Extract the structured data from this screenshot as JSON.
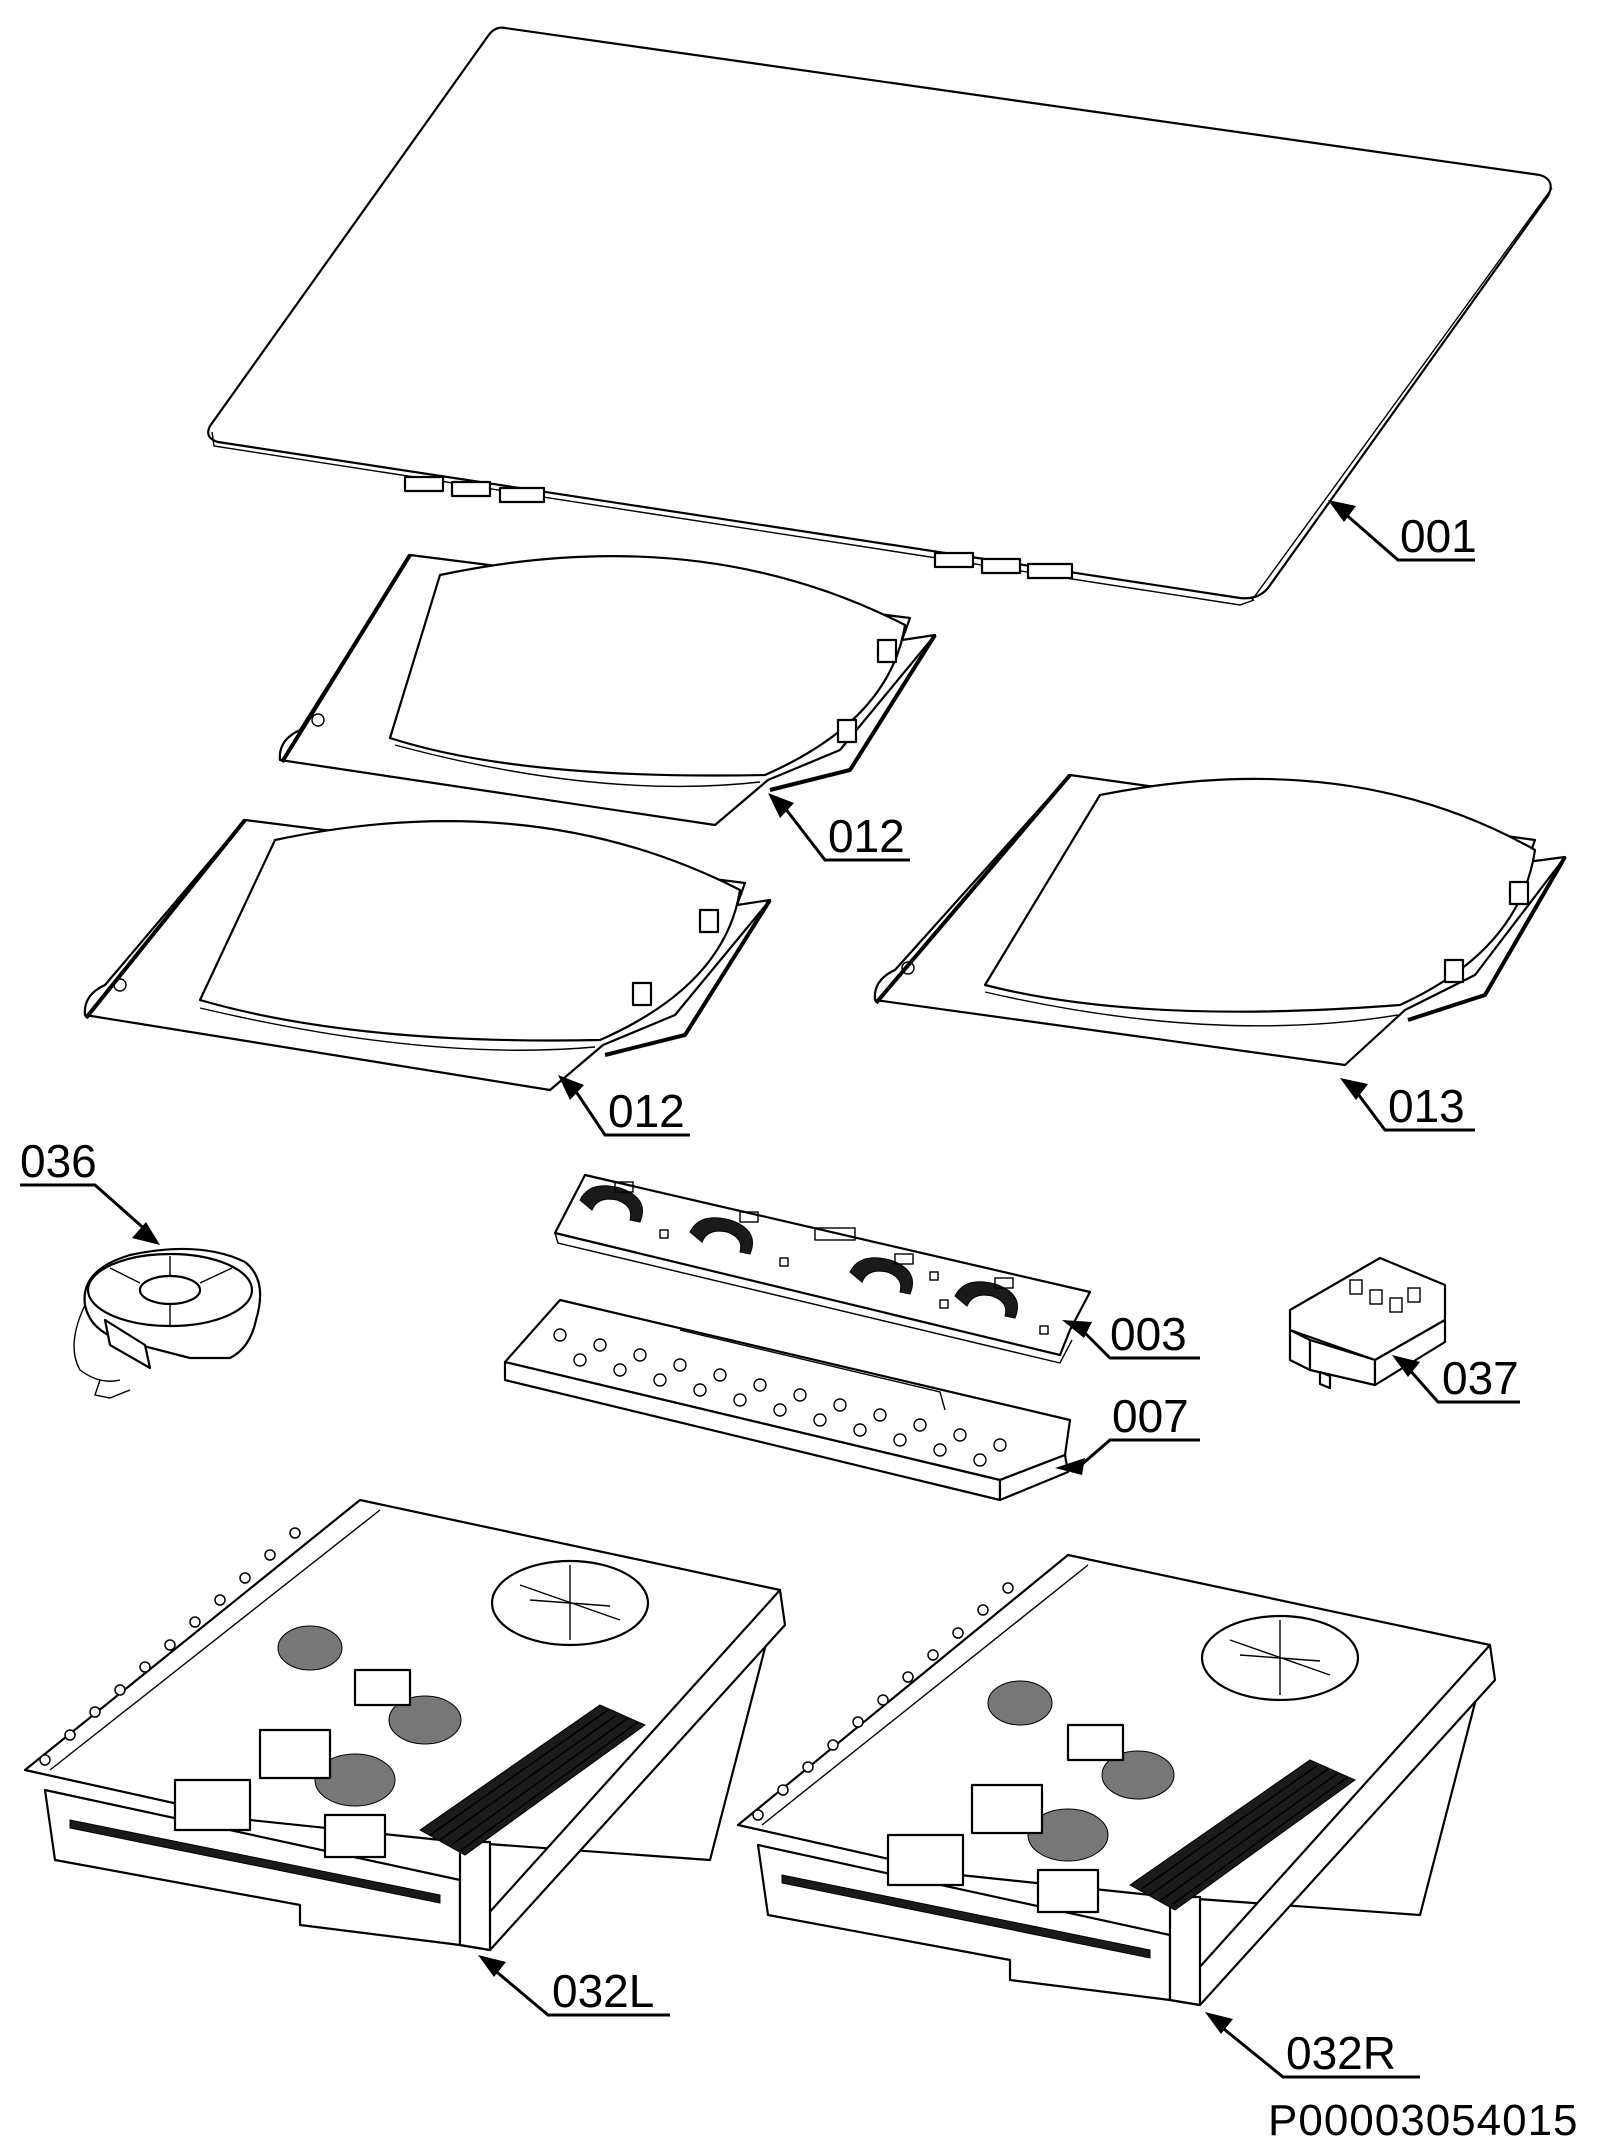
{
  "diagram": {
    "doc_number": "P00003054015",
    "callouts": {
      "glass_top": "001",
      "coil_rear_left": "012",
      "coil_front_left": "012",
      "coil_right": "013",
      "fan": "036",
      "control_board": "003",
      "board_holder": "007",
      "terminal_block": "037",
      "power_board_left": "032L",
      "power_board_right": "032R"
    },
    "colors": {
      "line": "#000000",
      "background": "#ffffff"
    }
  }
}
